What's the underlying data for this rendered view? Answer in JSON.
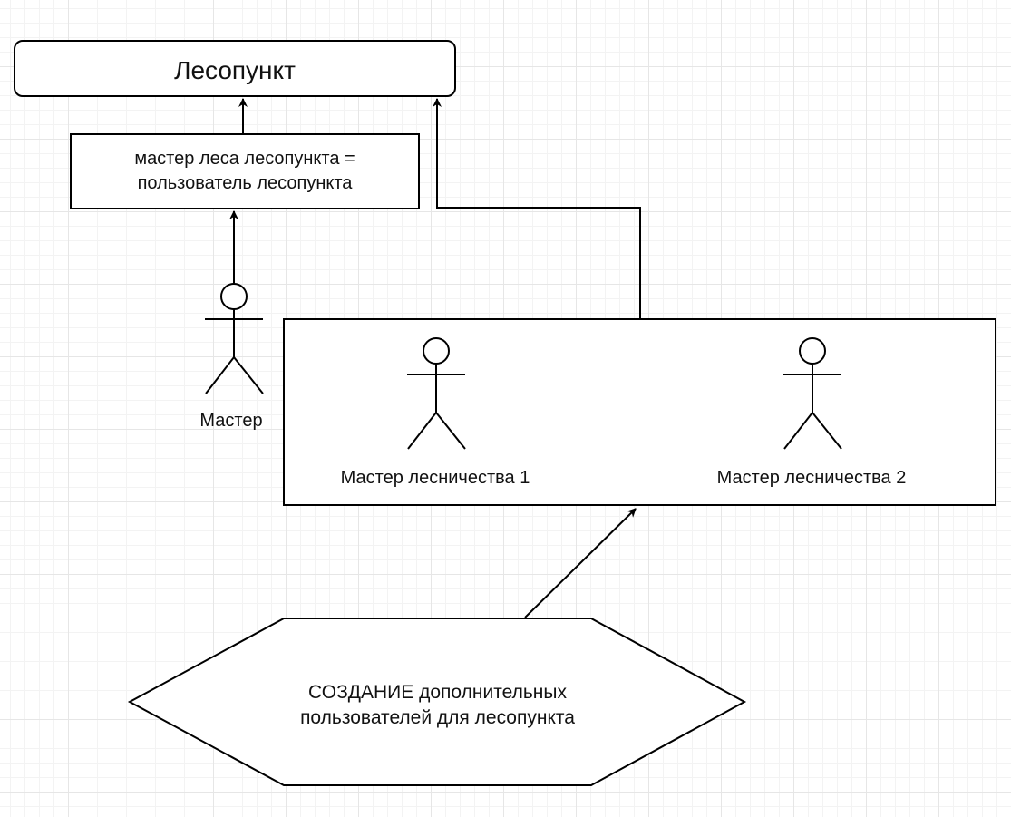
{
  "diagram": {
    "title_box": {
      "label": "Лесопункт"
    },
    "master_box": {
      "line1": "мастер леса лесопункта =",
      "line2": "пользователь лесопункта"
    },
    "actor_master": {
      "label": "Мастер"
    },
    "forestry_group": {
      "actor1_label": "Мастер лесничества 1",
      "actor2_label": "Мастер лесничества 2"
    },
    "hexagon": {
      "line1": "СОЗДАНИЕ дополнительных",
      "line2": "пользователей для лесопункта"
    },
    "colors": {
      "stroke": "#000000",
      "fill": "#ffffff",
      "grid": "#e6e6e6"
    }
  }
}
